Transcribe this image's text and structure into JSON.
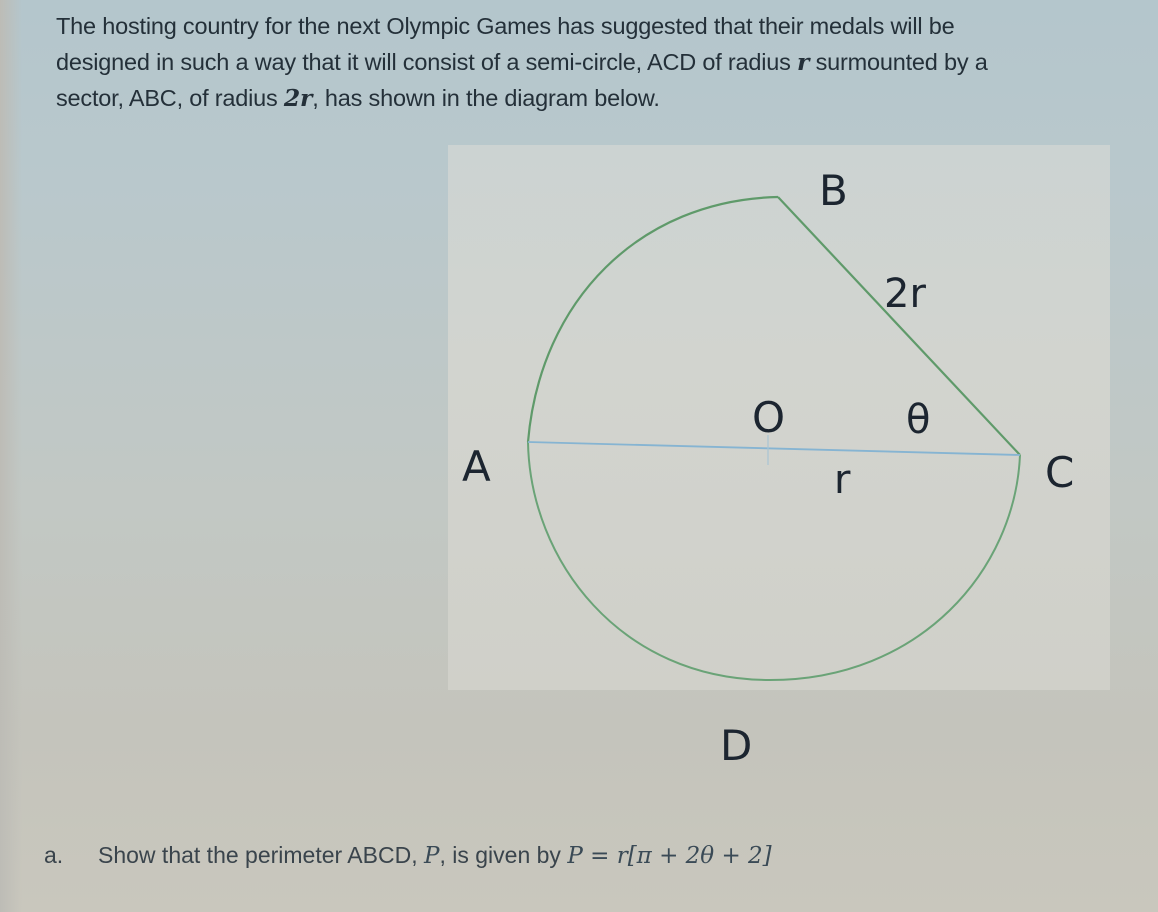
{
  "question": {
    "lines": [
      "The hosting country for the next Olympic Games has suggested that their medals will be",
      "designed in such a way that it will consist of a semi-circle, ACD of radius ",
      " surmounted by a",
      "sector, ABC, of radius ",
      ", has shown in the diagram below."
    ],
    "radius_symbol": "r",
    "sector_radius_symbol": "2r"
  },
  "diagram": {
    "labels": {
      "A": "A",
      "B": "B",
      "C": "C",
      "D": "D",
      "O": "O",
      "theta": "θ",
      "r": "r",
      "two_r": "2r"
    },
    "colors": {
      "outline": "#5f9a6a",
      "diameter": "#7fb0cf",
      "panel": "#d0d3cf"
    }
  },
  "sub_question": {
    "marker": "a.",
    "text": "Show that the perimeter ABCD, ",
    "p_symbol": "P",
    "text2": ", is given by ",
    "formula": "P = r[π + 2θ + 2]"
  }
}
